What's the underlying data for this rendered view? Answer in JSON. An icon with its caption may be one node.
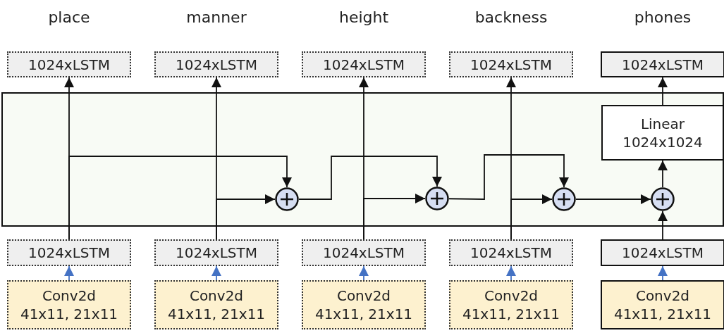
{
  "diagram": {
    "nodes": [
      {
        "text": [
          "1024xLSTM"
        ]
      },
      {
        "text": [
          "1024xLSTM"
        ]
      },
      {
        "text": [
          "1024xLSTM"
        ]
      },
      {
        "text": [
          "1024xLSTM"
        ]
      },
      {
        "text": [
          "1024xLSTM"
        ]
      },
      {
        "text": [],
        "shape": "box"
      },
      {
        "text": [
          "Linear",
          "1024x1024"
        ],
        "in": 5
      },
      {
        "text": [],
        "shape": "circle",
        "in": 5
      },
      {
        "text": [],
        "shape": "circle",
        "in": 5
      },
      {
        "text": [],
        "shape": "circle",
        "in": 5
      },
      {
        "text": [],
        "shape": "circle",
        "in": 5
      },
      {
        "text": [
          "1024xLSTM"
        ]
      },
      {
        "text": [
          "1024xLSTM"
        ]
      },
      {
        "text": [
          "1024xLSTM"
        ]
      },
      {
        "text": [
          "1024xLSTM"
        ]
      },
      {
        "text": [
          "1024xLSTM"
        ]
      },
      {
        "text": [
          "Conv2d",
          "41x11, 21x11"
        ]
      },
      {
        "text": [
          "Conv2d",
          "41x11, 21x11"
        ]
      },
      {
        "text": [
          "Conv2d",
          "41x11, 21x11"
        ]
      },
      {
        "text": [
          "Conv2d",
          "41x11, 21x11"
        ]
      },
      {
        "text": [
          "Conv2d",
          "41x11, 21x11"
        ]
      }
    ],
    "edges": [
      {
        "from": 16,
        "to": 11,
        "arrow": "to",
        "color": "#4472c4"
      },
      {
        "from": 17,
        "to": 12,
        "arrow": "to",
        "color": "#4472c4"
      },
      {
        "from": 18,
        "to": 13,
        "arrow": "to",
        "color": "#4472c4"
      },
      {
        "from": 19,
        "to": 14,
        "arrow": "to",
        "color": "#4472c4"
      },
      {
        "from": 20,
        "to": 15,
        "arrow": "to",
        "color": "#4472c4"
      },
      {
        "from": 11,
        "to": 0,
        "arrow": "to"
      },
      {
        "from": 12,
        "to": 1,
        "arrow": "to"
      },
      {
        "from": 13,
        "to": 2,
        "arrow": "to"
      },
      {
        "from": 14,
        "to": 3,
        "arrow": "to"
      },
      {
        "from": 11,
        "to": 7,
        "arrow": "to"
      },
      {
        "from": 12,
        "to": 7,
        "arrow": "to"
      },
      {
        "from": 7,
        "to": 8,
        "arrow": "to"
      },
      {
        "from": 13,
        "to": 8,
        "arrow": "to"
      },
      {
        "from": 8,
        "to": 9,
        "arrow": "to"
      },
      {
        "from": 14,
        "to": 9,
        "arrow": "to"
      },
      {
        "from": 9,
        "to": 10,
        "arrow": "to"
      },
      {
        "from": 15,
        "to": 10,
        "arrow": "to"
      },
      {
        "from": 10,
        "to": 6,
        "arrow": "to"
      },
      {
        "from": 6,
        "to": 4,
        "arrow": "to"
      }
    ],
    "labels": [
      "place",
      "manner",
      "height",
      "backness",
      "phones"
    ]
  }
}
